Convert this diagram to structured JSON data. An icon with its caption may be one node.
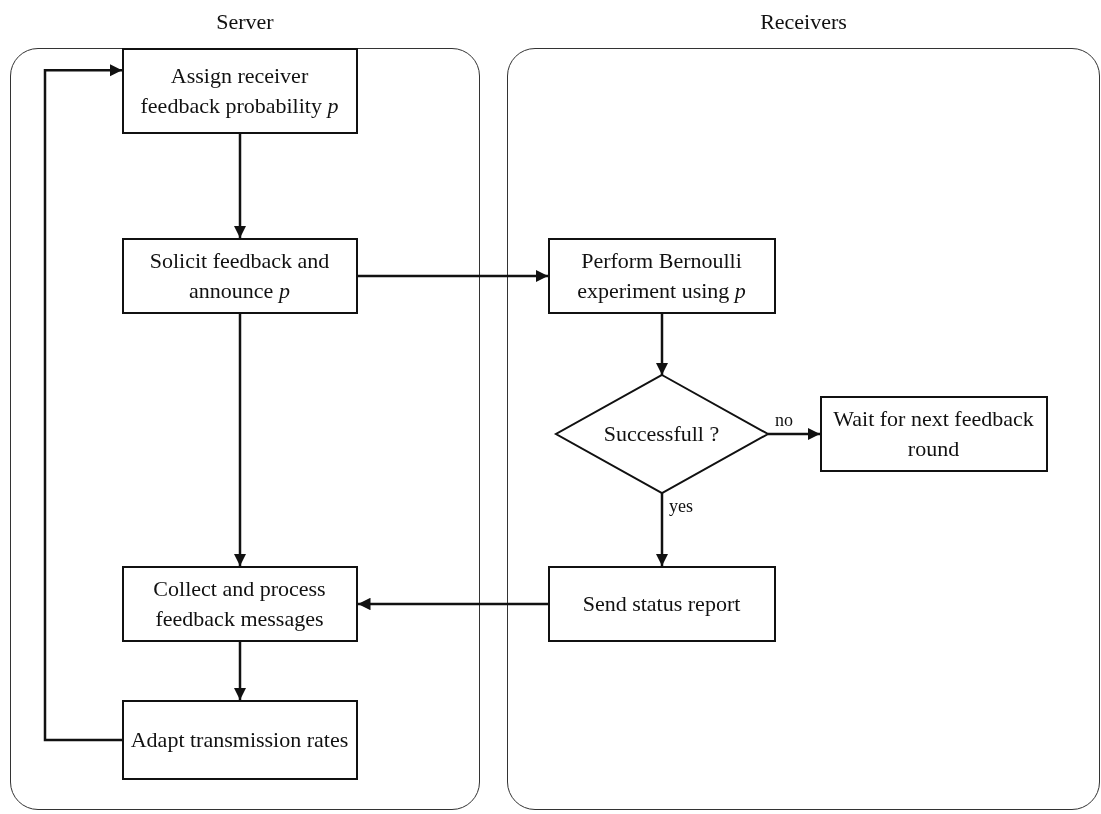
{
  "diagram": {
    "nodes": [
      {
        "text": [
          "Server"
        ]
      },
      {
        "text": [
          "Receivers"
        ]
      },
      {
        "text": [
          "Assign receiver feedback probability *p*"
        ],
        "in": 0
      },
      {
        "text": [
          "Solicit feedback and announce *p*"
        ],
        "in": 0
      },
      {
        "text": [
          "Collect and process feedback messages"
        ],
        "in": 0
      },
      {
        "text": [
          "Adapt transmission rates"
        ],
        "in": 0
      },
      {
        "text": [
          "Perform Bernoulli experiment using *p*"
        ],
        "in": 1
      },
      {
        "text": [
          "Successfull ?"
        ],
        "in": 1
      },
      {
        "text": [
          "Wait for next feedback round"
        ],
        "in": 1
      },
      {
        "text": [
          "Send status report"
        ],
        "in": 1
      }
    ],
    "edges": [
      {
        "from": 2,
        "to": 3,
        "arrow": "to"
      },
      {
        "from": 3,
        "to": 6,
        "arrow": "to"
      },
      {
        "from": 3,
        "to": 4,
        "arrow": "to"
      },
      {
        "from": 6,
        "to": 7,
        "arrow": "to"
      },
      {
        "from": 7,
        "to": 8,
        "arrow": "to",
        "label": "no"
      },
      {
        "from": 7,
        "to": 9,
        "arrow": "to",
        "label": "yes"
      },
      {
        "from": 9,
        "to": 4,
        "arrow": "to"
      },
      {
        "from": 4,
        "to": 5,
        "arrow": "to"
      },
      {
        "from": 5,
        "to": 2,
        "arrow": "to"
      }
    ]
  }
}
